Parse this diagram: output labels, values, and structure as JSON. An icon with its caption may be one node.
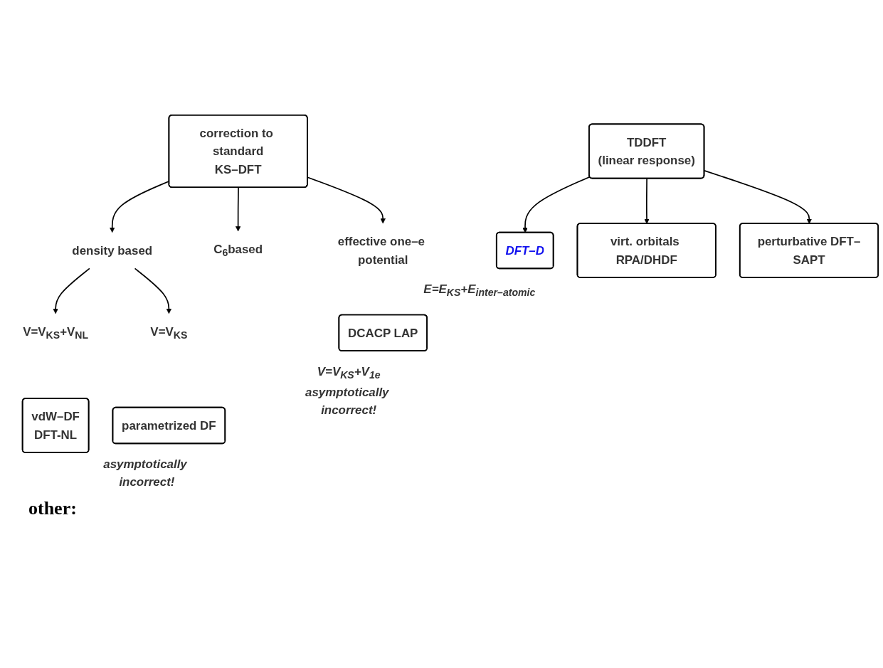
{
  "diagram": {
    "nodes": [
      {
        "text": [
          "correction to standard",
          "KS–DFT"
        ]
      },
      {
        "text": [
          "density based"
        ]
      },
      {
        "text": [
          "C$_{6}$based"
        ]
      },
      {
        "text": [
          "effective one–e potential"
        ]
      },
      {
        "text": [
          "V=V$_{KS}$+V$_{NL}$"
        ]
      },
      {
        "text": [
          "V=V$_{KS}$"
        ]
      },
      {
        "text": [
          "vdW–DF",
          "DFT-NL"
        ]
      },
      {
        "text": [
          "parametrized DF"
        ],
        "beside": [
          "asymptotically incorrect!"
        ]
      },
      {
        "text": [
          "DFT–D"
        ],
        "beside": [
          "E=E$_{KS}$+E$_{inter–atomic}$"
        ]
      },
      {
        "text": [
          "DCACP LAP"
        ],
        "beside": [
          "V=V$_{KS}$+V$_{1e}$",
          "asymptotically incorrect!"
        ]
      },
      {
        "text": [
          "virt. orbitals RPA/DHDF"
        ]
      },
      {
        "text": [
          "perturbative DFT–SAPT"
        ]
      },
      {
        "text": [
          "TDDFT",
          "(linear response)"
        ]
      }
    ],
    "edges": [
      {
        "from": 0,
        "to": 1,
        "arrow": "to"
      },
      {
        "from": 0,
        "to": 2,
        "arrow": "to"
      },
      {
        "from": 0,
        "to": 3,
        "arrow": "to"
      },
      {
        "from": 1,
        "to": 4,
        "arrow": "to"
      },
      {
        "from": 1,
        "to": 5,
        "arrow": "to"
      },
      {
        "from": 12,
        "to": 8,
        "arrow": "to"
      },
      {
        "from": 12,
        "to": 10,
        "arrow": "to"
      },
      {
        "from": 12,
        "to": 11,
        "arrow": "to"
      }
    ],
    "labels": [
      "other:"
    ]
  }
}
